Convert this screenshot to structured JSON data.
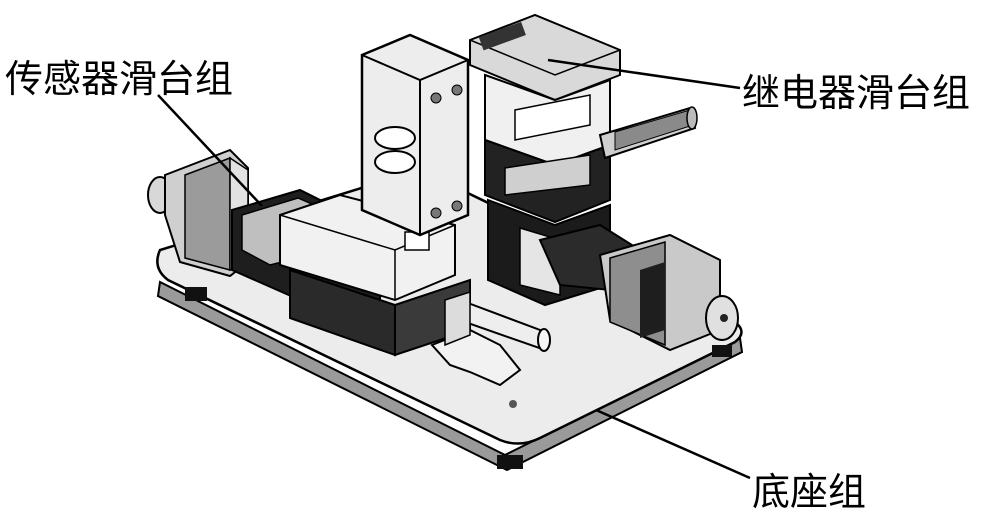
{
  "labels": {
    "sensor_slide_group": "传感器滑台组",
    "relay_slide_group": "继电器滑台组",
    "base_group": "底座组"
  },
  "colors": {
    "ink": "#000000",
    "metal_light": "#e6e6e6",
    "metal_mid": "#bdbdbd",
    "metal_dark": "#3a3a3a",
    "black_part": "#1e1e1e"
  }
}
